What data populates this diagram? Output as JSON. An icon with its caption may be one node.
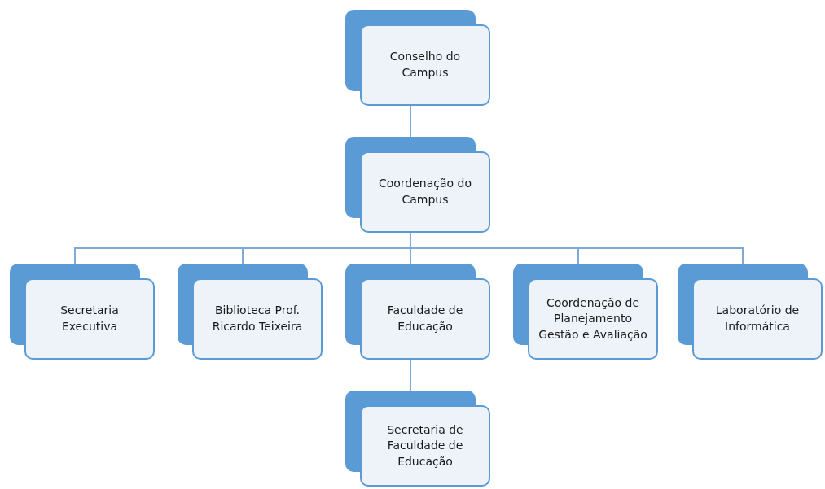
{
  "diagram": {
    "nodes": [
      {
        "text": [
          "Conselho do Campus"
        ]
      },
      {
        "text": [
          "Coordenação do Campus"
        ]
      },
      {
        "text": [
          "Secretaria Executiva"
        ]
      },
      {
        "text": [
          "Biblioteca Prof. Ricardo Teixeira"
        ]
      },
      {
        "text": [
          "Faculdade de Educação"
        ]
      },
      {
        "text": [
          "Coordenação de Planejamento Gestão e Avaliação"
        ]
      },
      {
        "text": [
          "Laboratório de Informática"
        ]
      },
      {
        "text": [
          "Secretaria de Faculdade de Educação"
        ]
      }
    ],
    "edges": [
      {
        "from": 0,
        "to": 1,
        "arrow": "none"
      },
      {
        "from": 1,
        "to": 2,
        "arrow": "none"
      },
      {
        "from": 1,
        "to": 3,
        "arrow": "none"
      },
      {
        "from": 1,
        "to": 4,
        "arrow": "none"
      },
      {
        "from": 1,
        "to": 5,
        "arrow": "none"
      },
      {
        "from": 1,
        "to": 6,
        "arrow": "none"
      },
      {
        "from": 4,
        "to": 7,
        "arrow": "none"
      }
    ]
  }
}
